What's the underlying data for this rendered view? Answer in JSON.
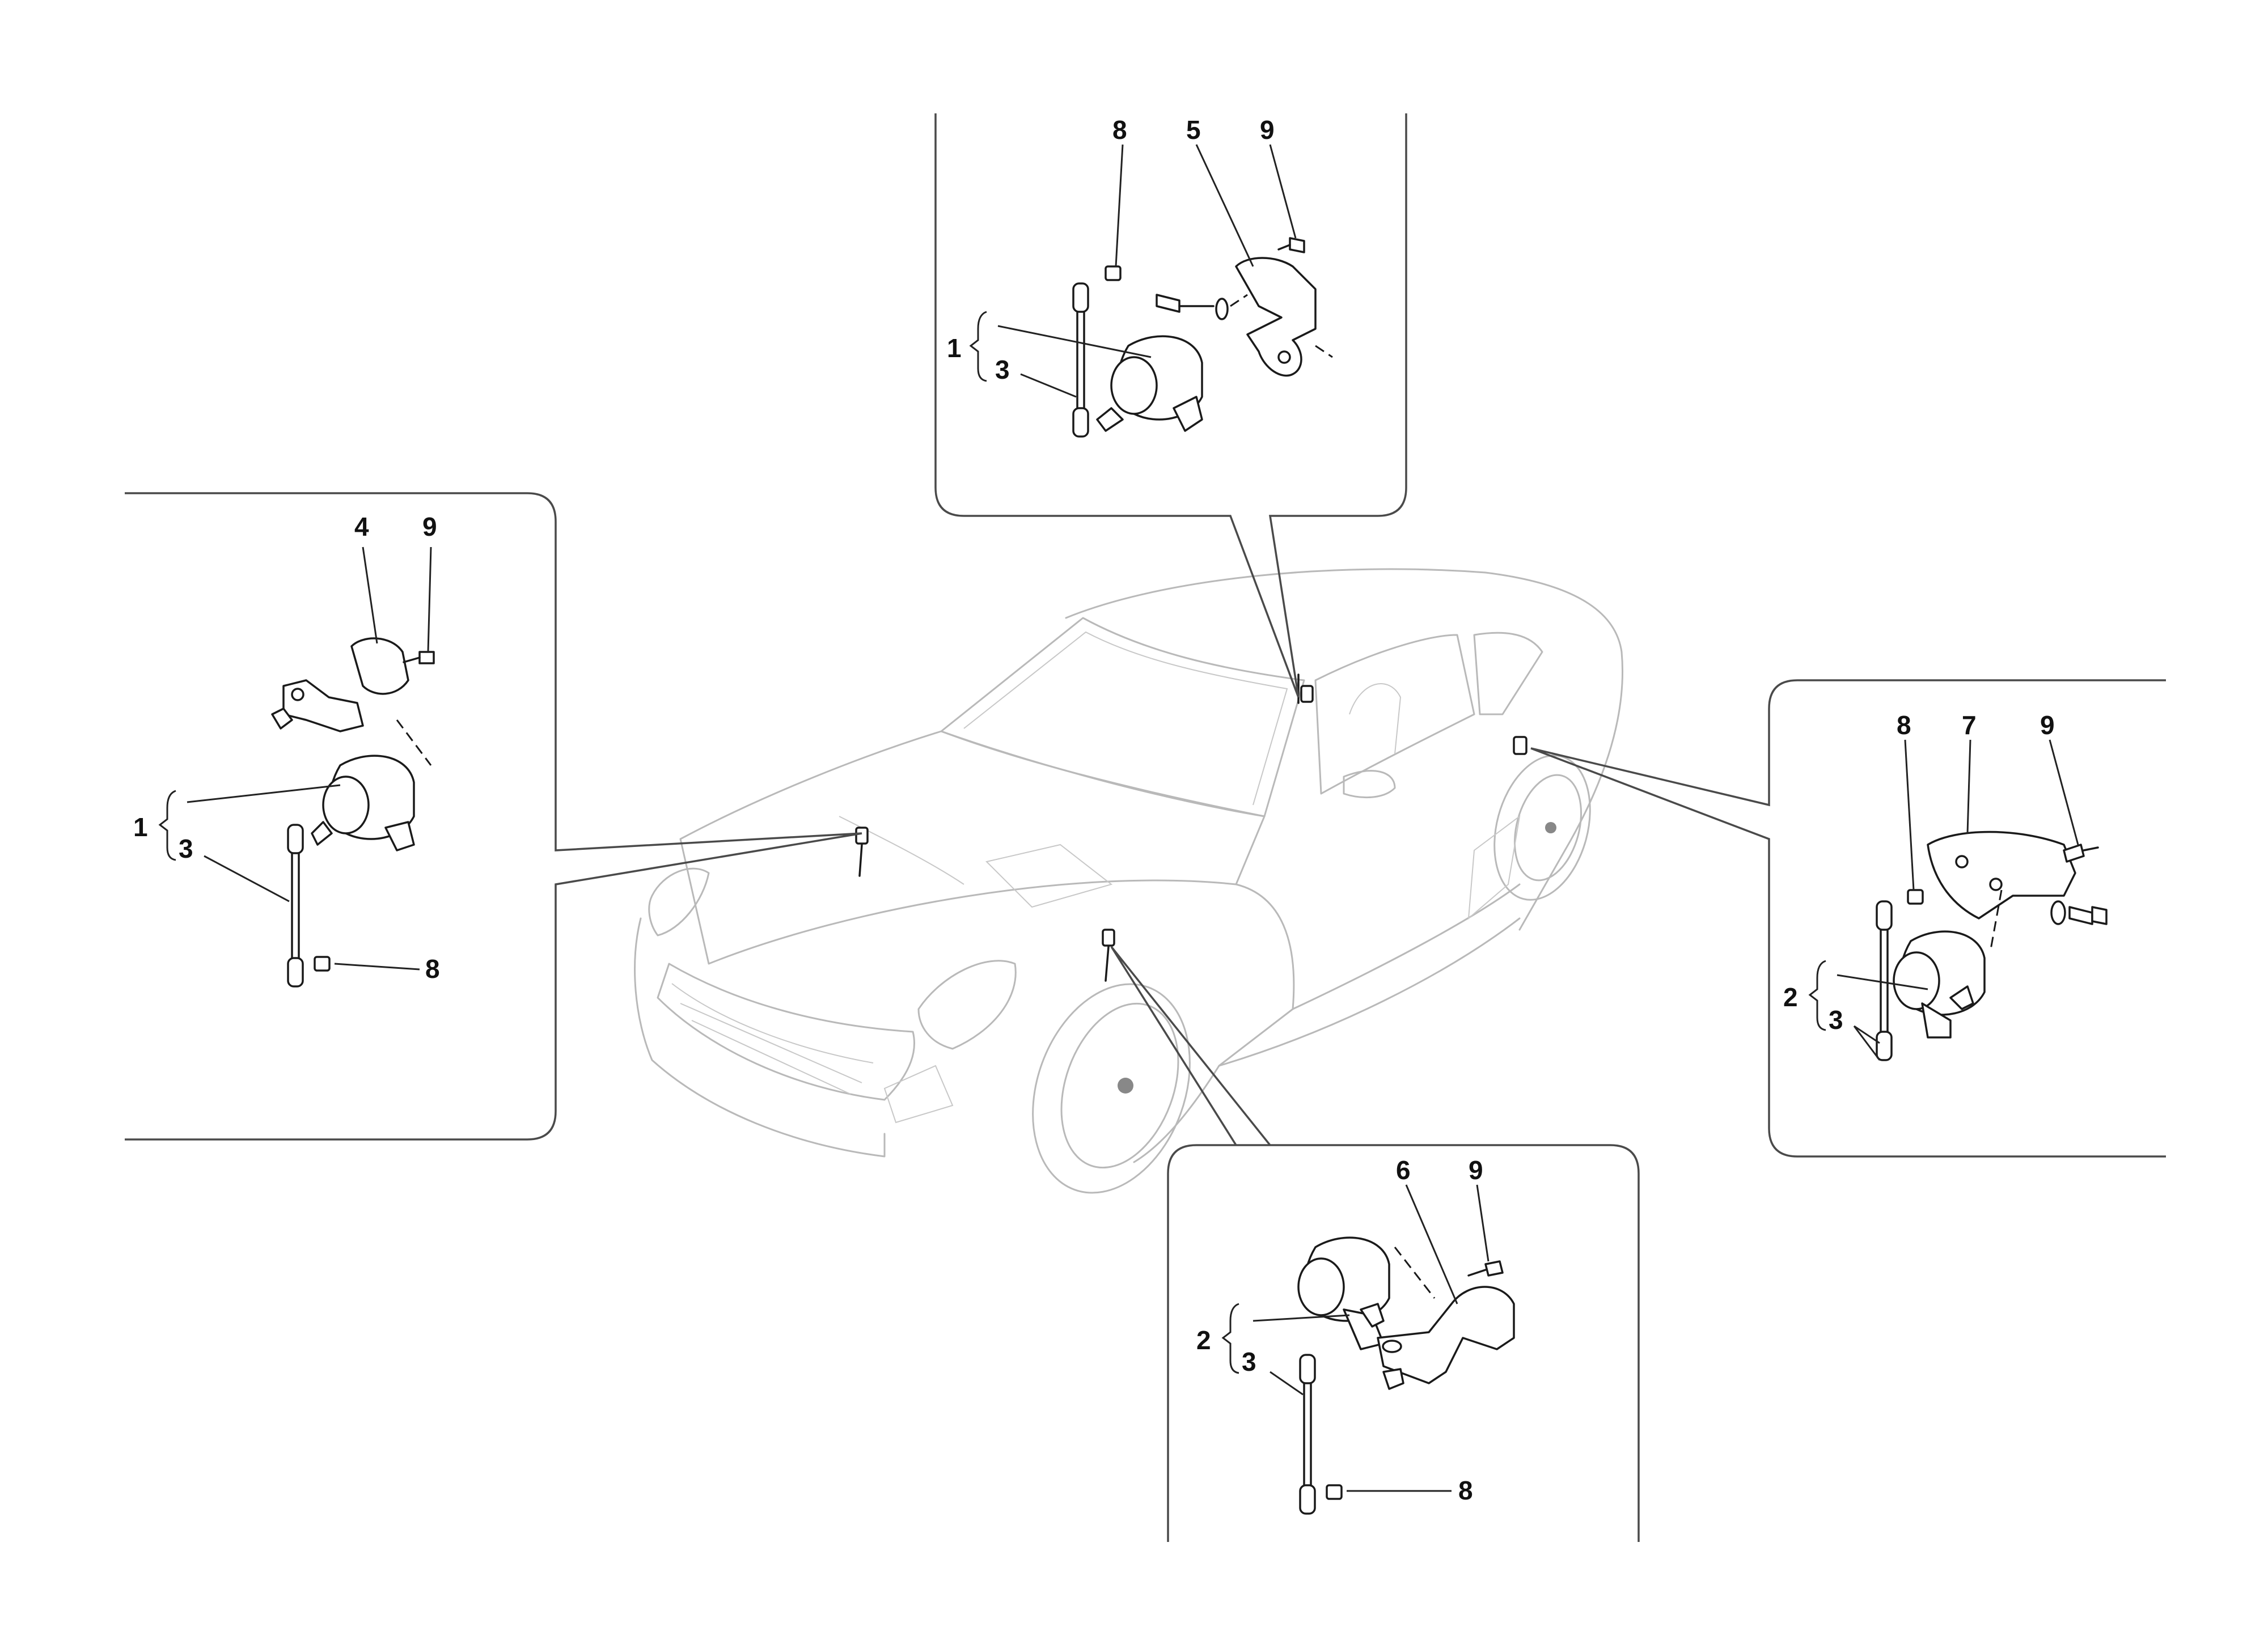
{
  "callouts": {
    "top": {
      "n8": "8",
      "n5": "5",
      "n9": "9",
      "n1": "1",
      "n3": "3"
    },
    "left": {
      "n4": "4",
      "n9": "9",
      "n1": "1",
      "n3": "3",
      "n8": "8"
    },
    "right": {
      "n8": "8",
      "n7": "7",
      "n9": "9",
      "n2": "2",
      "n3": "3"
    },
    "bottom": {
      "n6": "6",
      "n9": "9",
      "n2": "2",
      "n3": "3",
      "n8": "8"
    }
  },
  "colors": {
    "car_outline": "#b9b9b9",
    "frame": "#4a4a4a",
    "parts": "#1a1a1a",
    "labels": "#111111"
  }
}
